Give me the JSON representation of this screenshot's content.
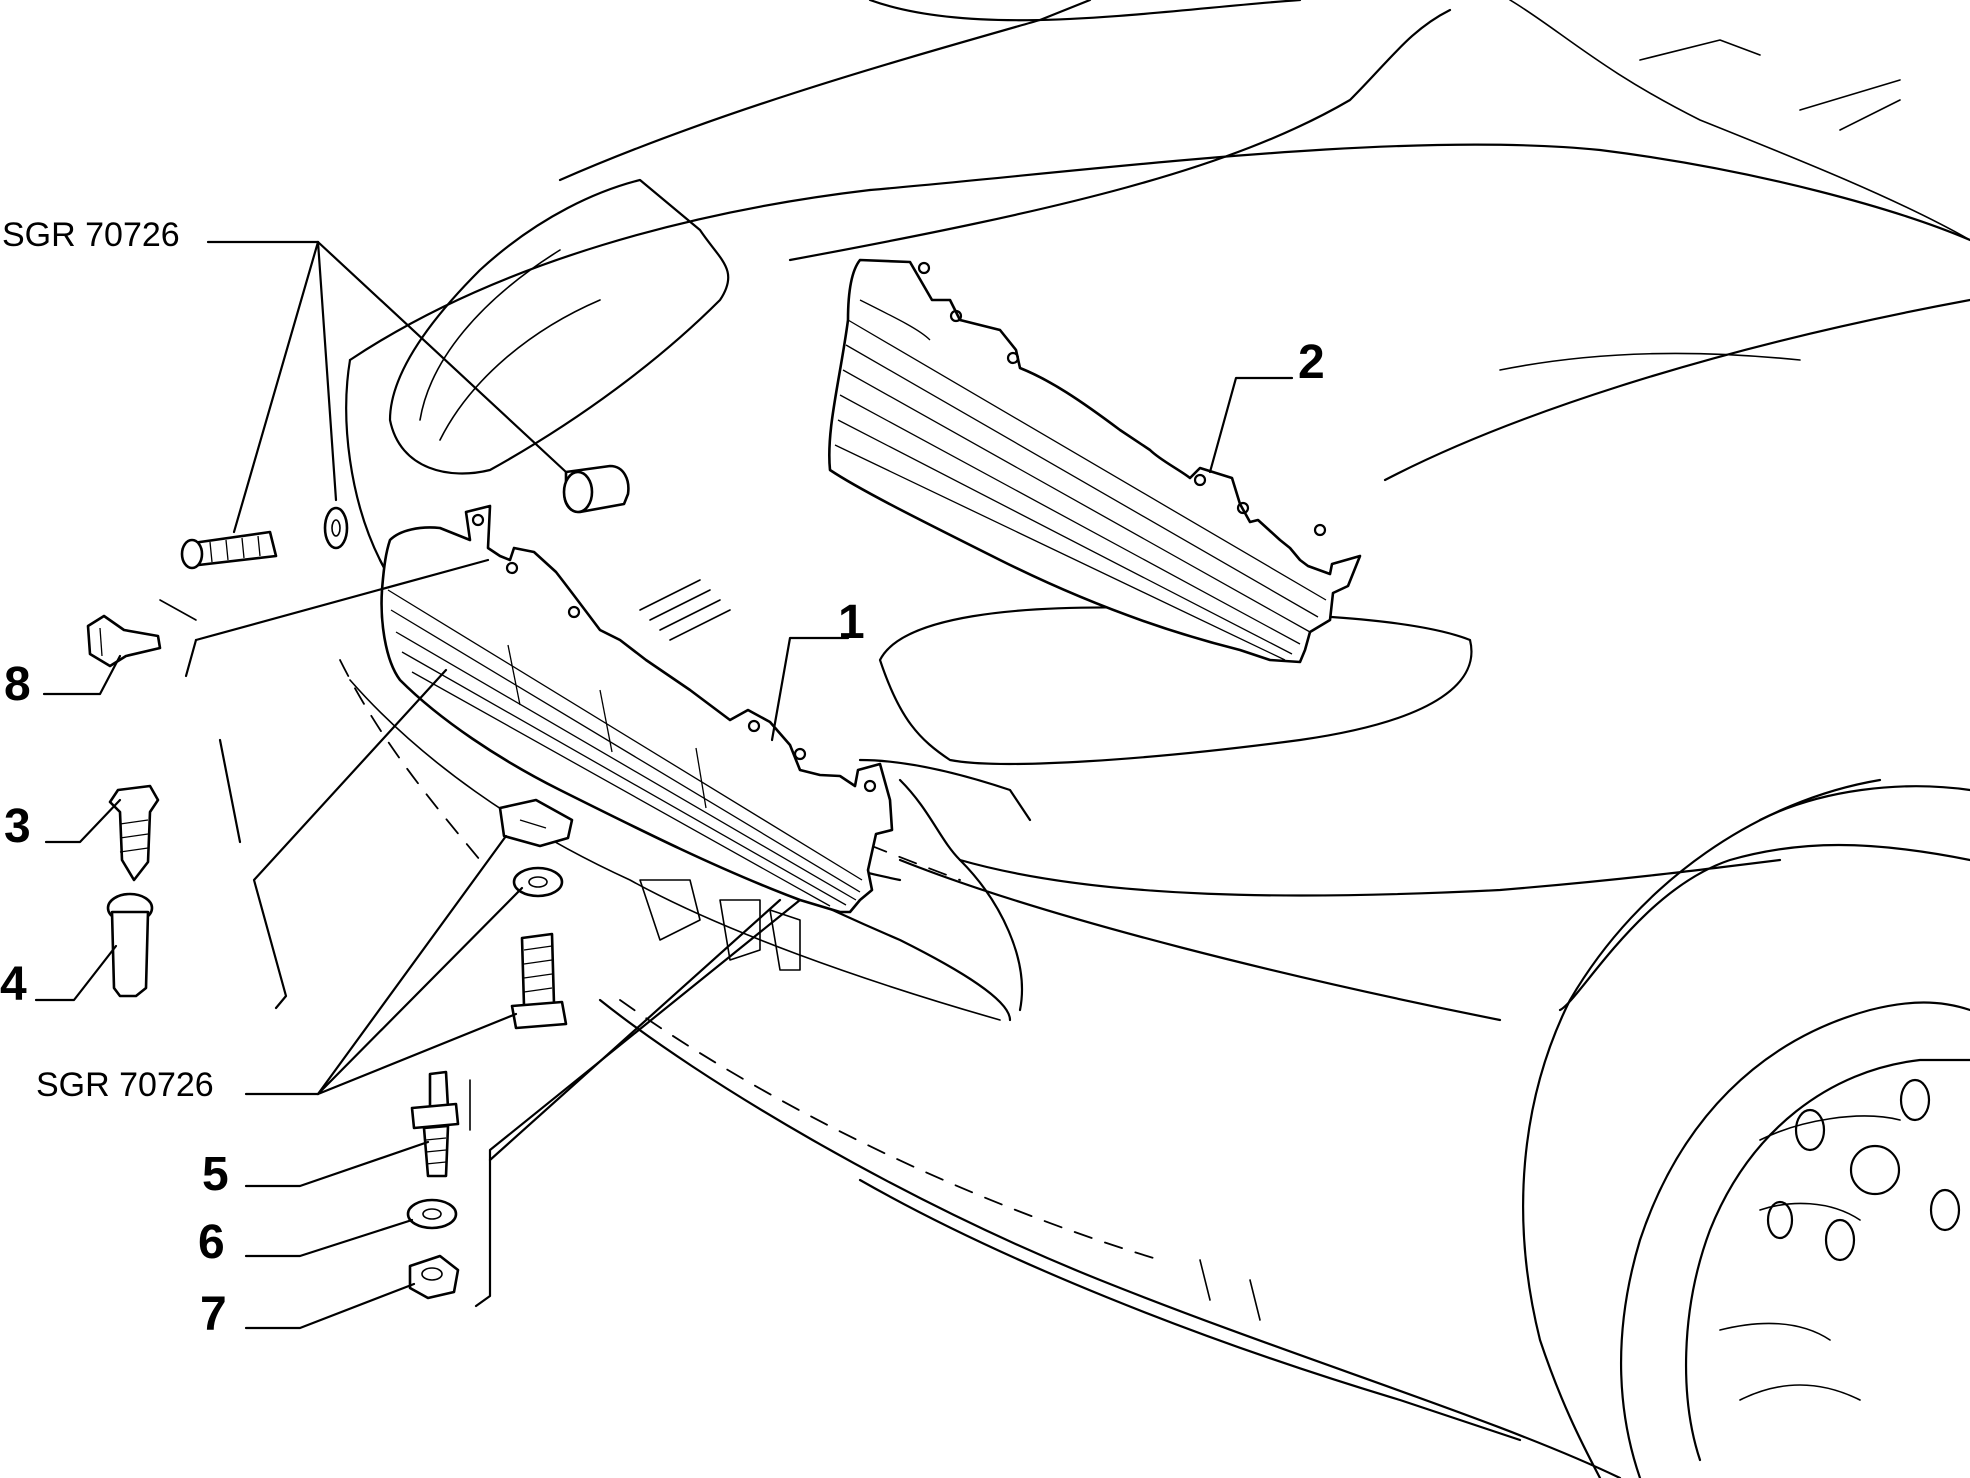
{
  "callouts": {
    "c1": "1",
    "c2": "2",
    "c3": "3",
    "c4": "4",
    "c5": "5",
    "c6": "6",
    "c7": "7",
    "c8": "8"
  },
  "references": {
    "top": "SGR 70726",
    "bottom": "SGR 70726"
  }
}
